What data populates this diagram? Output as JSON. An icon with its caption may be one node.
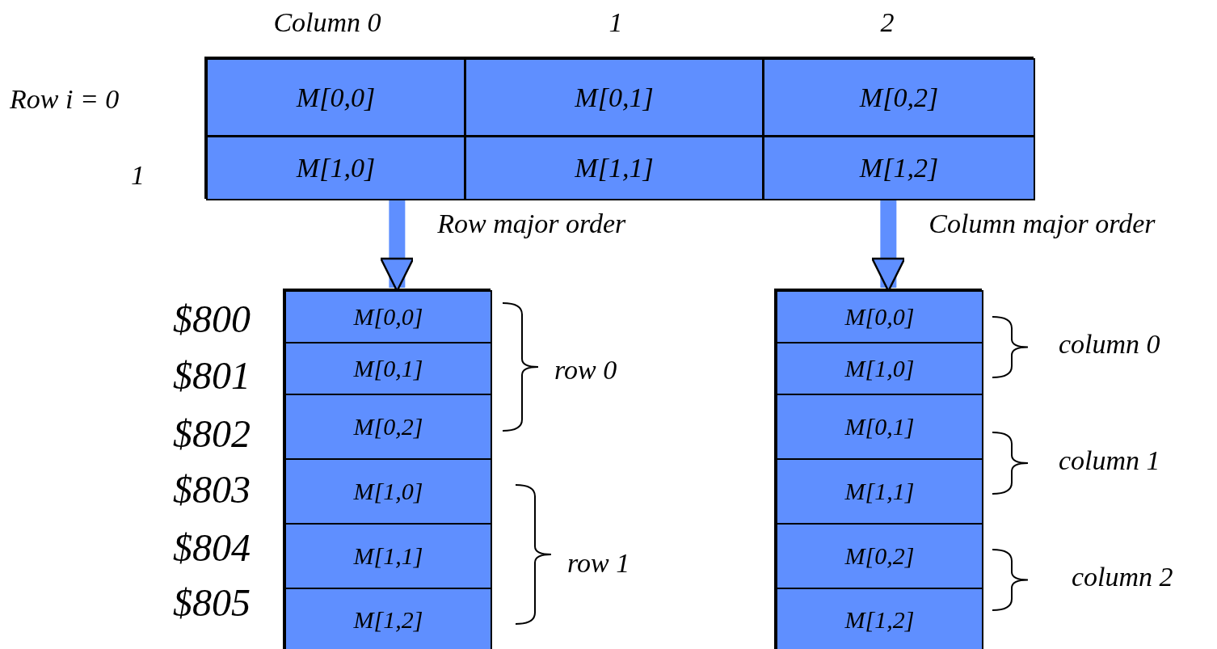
{
  "diagram": {
    "nodes": [
      {
        "text": [],
        "shape": "box"
      },
      {
        "text": [
          "M[0,0]"
        ],
        "in": 0
      },
      {
        "text": [
          "M[0,1]"
        ],
        "in": 0
      },
      {
        "text": [
          "M[0,2]"
        ],
        "in": 0
      },
      {
        "text": [
          "M[1,0]"
        ],
        "in": 0
      },
      {
        "text": [
          "M[1,1]"
        ],
        "in": 0
      },
      {
        "text": [
          "M[1,2]"
        ],
        "in": 0
      },
      {
        "text": [],
        "shape": "box"
      },
      {
        "text": [
          "M[0,0]"
        ],
        "in": 7
      },
      {
        "text": [
          "M[0,1]"
        ],
        "in": 7
      },
      {
        "text": [
          "M[0,2]"
        ],
        "in": 7
      },
      {
        "text": [
          "M[1,0]"
        ],
        "in": 7
      },
      {
        "text": [
          "M[1,1]"
        ],
        "in": 7
      },
      {
        "text": [
          "M[1,2]"
        ],
        "in": 7
      },
      {
        "text": [],
        "shape": "box"
      },
      {
        "text": [
          "M[0,0]"
        ],
        "in": 14
      },
      {
        "text": [
          "M[1,0]"
        ],
        "in": 14
      },
      {
        "text": [
          "M[0,1]"
        ],
        "in": 14
      },
      {
        "text": [
          "M[1,1]"
        ],
        "in": 14
      },
      {
        "text": [
          "M[0,2]"
        ],
        "in": 14
      },
      {
        "text": [
          "M[1,2]"
        ],
        "in": 14
      }
    ],
    "edges": [
      {
        "from": 0,
        "to": 7,
        "arrow": "to",
        "label": "Row major order"
      },
      {
        "from": 0,
        "to": 14,
        "arrow": "to",
        "label": "Column major order"
      }
    ],
    "labels": [
      "Column 0",
      "1",
      "2",
      "Row i = 0",
      "1",
      "$800",
      "$801",
      "$802",
      "$803",
      "$804",
      "$805",
      "row 0",
      "column 0",
      "column 1",
      "row 1",
      "column 2"
    ]
  }
}
